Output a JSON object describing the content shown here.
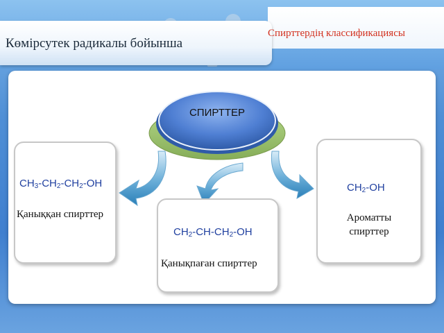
{
  "header": {
    "main_title": "Көмірсутек радикалы бойынша",
    "top_right_title": "Спирттердің классификациясы"
  },
  "center": {
    "label": "СПИРТТЕР"
  },
  "boxes": {
    "saturated": {
      "formula_parts": [
        "CH",
        "3",
        "-CH",
        "2",
        "-CH",
        "2",
        "-OH"
      ],
      "caption": "Қаныққан спирттер"
    },
    "unsaturated": {
      "formula_parts": [
        "CH",
        "2",
        "-CH-CH",
        "2",
        "-OH"
      ],
      "caption": "Қанықпаған спирттер"
    },
    "aromatic": {
      "formula_parts": [
        "CH",
        "2",
        "-OH"
      ],
      "caption_line1": "Ароматты",
      "caption_line2": "спирттер"
    }
  },
  "colors": {
    "accent_red": "#d2301e",
    "formula_blue": "#1f3f9f",
    "ellipse_blue": "#3f6fc7",
    "ellipse_green": "#9cc46a"
  }
}
